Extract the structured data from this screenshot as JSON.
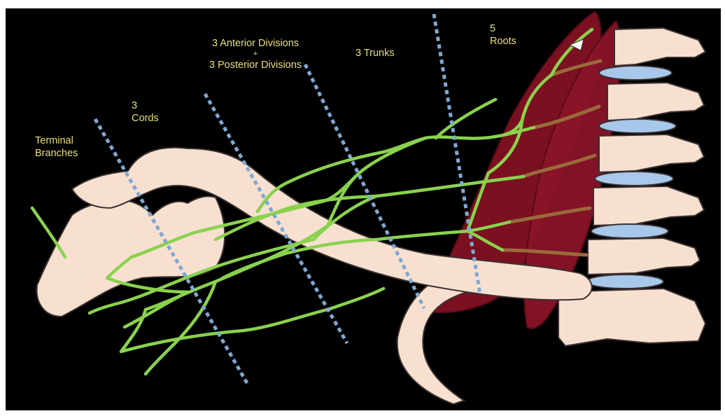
{
  "labels": {
    "terminal": {
      "line1": "Terminal",
      "line2": "Branches"
    },
    "cords": {
      "line1": "3",
      "line2": "Cords"
    },
    "divisions": {
      "line1": "3 Anterior Divisions",
      "line2": "+",
      "line3": "3 Posterior Divisions"
    },
    "trunks": {
      "line1": "3 Trunks"
    },
    "roots": {
      "line1": "5",
      "line2": "Roots"
    }
  },
  "colors": {
    "background": "#000000",
    "label_text": "#e9e07a",
    "nerve": "#8ad24e",
    "root_nerve": "#9a6a3a",
    "bone": "#f8e0d0",
    "bone_outline": "#3a3030",
    "disc": "#a7c8ea",
    "muscle": "#7a1020",
    "muscle_dark": "#5a0a18",
    "divider": "#7fa8d2"
  },
  "icons": {
    "arrow": "white-triangle-pointer"
  }
}
